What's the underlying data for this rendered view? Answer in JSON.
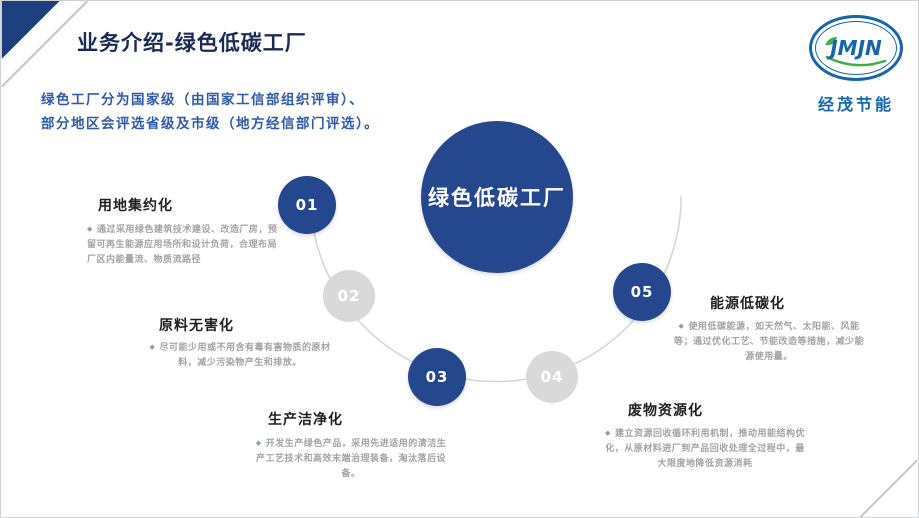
{
  "slide": {
    "title": "业务介绍-绿色低碳工厂",
    "subtitle1": "绿色工厂分为国家级（由国家工信部组织评审）、",
    "subtitle2": "部分地区会评选省级及市级（地方经信部门评选）。"
  },
  "logo": {
    "name": "JMJN",
    "company": "经茂节能"
  },
  "diagram": {
    "center_label": "绿色低碳工厂",
    "bullet": "◆",
    "items": [
      {
        "number": "01",
        "title": "用地集约化",
        "desc": "通过采用绿色建筑技术建设、改造厂房，预留可再生能源应用场所和设计负荷，合理布局厂区内能量流、物质流路径",
        "style": "blue"
      },
      {
        "number": "02",
        "title": "原料无害化",
        "desc": "尽可能少用或不用含有毒有害物质的原材料，减少污染物产生和排放。",
        "style": "gray"
      },
      {
        "number": "03",
        "title": "生产洁净化",
        "desc": "开发生产绿色产品，采用先进适用的清洁生产工艺技术和高效末端治理装备，淘汰落后设备。",
        "style": "blue"
      },
      {
        "number": "04",
        "title": "废物资源化",
        "desc": "建立资源回收循环利用机制，推动用能结构优化，从原材料进厂到产品回收处理全过程中，最大限度地降低资源消耗",
        "style": "gray"
      },
      {
        "number": "05",
        "title": "能源低碳化",
        "desc": "使用低碳能源，如天然气、太阳能、风能等；通过优化工艺、节能改造等措施，减少能源使用量。",
        "style": "blue"
      }
    ]
  },
  "colors": {
    "primary_blue": "#24478d",
    "circle_gray": "#d9d9d9",
    "title_navy": "#1b2a55",
    "subtitle_blue": "#2e5aa9",
    "logo_blue": "#1565ad",
    "accent_green": "#3fae49",
    "desc_gray": "#a3a3a3"
  }
}
